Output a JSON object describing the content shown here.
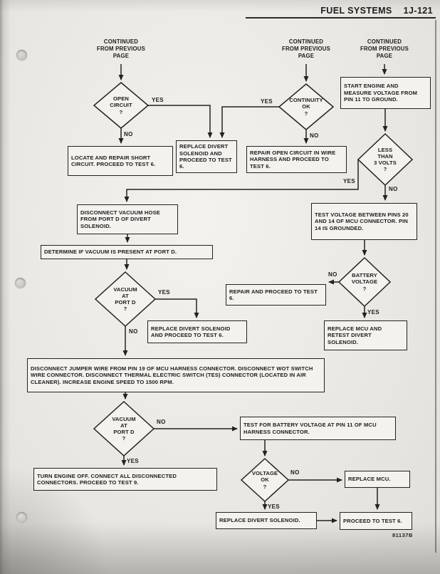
{
  "page": {
    "header_title": "FUEL SYSTEMS",
    "header_page_no": "1J-121",
    "figure_number": "81137B"
  },
  "edge_labels": {
    "yes": "YES",
    "no": "NO"
  },
  "nodes": {
    "cont1": {
      "text": "CONTINUED\nFROM PREVIOUS\nPAGE"
    },
    "cont2": {
      "text": "CONTINUED\nFROM PREVIOUS\nPAGE"
    },
    "cont3": {
      "text": "CONTINUED\nFROM PREVIOUS\nPAGE"
    },
    "open_circuit": {
      "text": "OPEN\nCIRCUIT\n?"
    },
    "continuity_ok": {
      "text": "CONTINUITY\nOK\n?"
    },
    "start_engine": {
      "text": "START ENGINE AND MEASURE VOLTAGE FROM PIN 11 TO GROUND."
    },
    "locate_repair": {
      "text": "LOCATE AND REPAIR SHORT CIRCUIT. PROCEED TO TEST 6."
    },
    "replace_divert_1": {
      "text": "REPLACE DIVERT SOLENOID AND PROCEED TO TEST 6."
    },
    "repair_open_circuit": {
      "text": "REPAIR OPEN CIRCUIT IN WIRE HARNESS AND PROCEED TO TEST 6."
    },
    "less_than_3v": {
      "text": "LESS\nTHAN\n3 VOLTS\n?"
    },
    "disconnect_vacuum": {
      "text": "DISCONNECT VACUUM HOSE FROM PORT D OF DIVERT SOLENOID."
    },
    "test_voltage_pins": {
      "text": "TEST VOLTAGE BETWEEN PINS 20 AND 14 OF MCU CONNECTOR. PIN 14 IS GROUNDED."
    },
    "determine_vacuum": {
      "text": "DETERMINE IF VACUUM IS PRESENT AT PORT D."
    },
    "vacuum_port_d_1": {
      "text": "VACUUM\nAT\nPORT D\n?"
    },
    "battery_voltage": {
      "text": "BATTERY\nVOLTAGE\n?"
    },
    "repair_proceed": {
      "text": "REPAIR AND PROCEED TO TEST 6."
    },
    "replace_divert_2": {
      "text": "REPLACE DIVERT SOLENOID AND PROCEED TO TEST 6."
    },
    "replace_mcu_retest": {
      "text": "REPLACE MCU AND RETEST DIVERT SOLENOID."
    },
    "disconnect_jumper": {
      "text": "DISCONNECT JUMPER WIRE FROM PIN 19 OF MCU HARNESS CONNECTOR. DISCONNECT WOT SWITCH WIRE CONNECTOR. DISCONNECT THERMAL ELECTRIC SWITCH (TES) CONNECTOR (LOCATED IN AIR CLEANER). INCREASE ENGINE SPEED TO 1500 RPM."
    },
    "vacuum_port_d_2": {
      "text": "VACUUM\nAT\nPORT D\n?"
    },
    "test_battery_pin11": {
      "text": "TEST FOR BATTERY VOLTAGE AT PIN 11 OF MCU HARNESS CONNECTOR."
    },
    "turn_engine_off": {
      "text": "TURN ENGINE OFF. CONNECT ALL DISCONNECTED CONNECTORS. PROCEED TO TEST 9."
    },
    "voltage_ok": {
      "text": "VOLTAGE\nOK\n?"
    },
    "replace_mcu": {
      "text": "REPLACE MCU."
    },
    "replace_divert_3": {
      "text": "REPLACE DIVERT SOLENOID."
    },
    "proceed_test_6": {
      "text": "PROCEED TO TEST 6."
    }
  }
}
